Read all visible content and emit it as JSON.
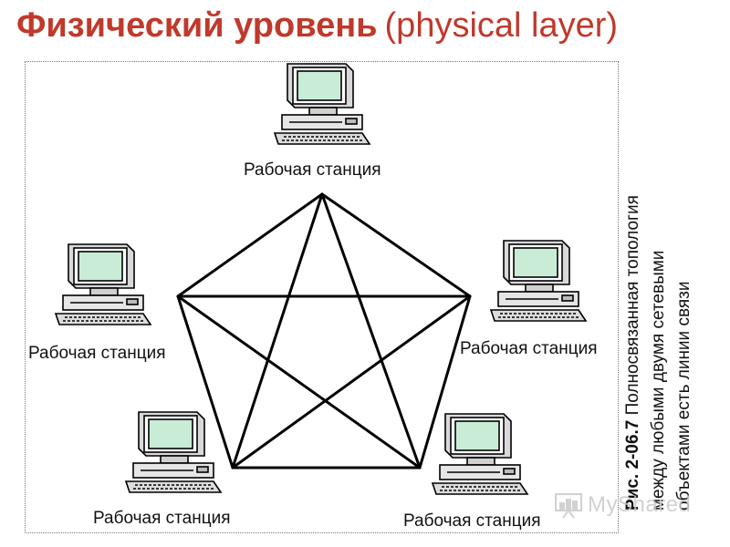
{
  "title": {
    "main": "Физический уровень",
    "sub": "(physical layer)"
  },
  "station_label": "Рабочая станция",
  "caption": {
    "number": "Рис. 2-06.7",
    "text_1": "Полносвязанная топология",
    "text_2": "между любыми двумя сетевыми",
    "text_3": "объектами есть линии связи"
  },
  "watermark": {
    "text": "MyShared",
    "icon": "presentation-chart-icon"
  },
  "colors": {
    "title": "#c0392b",
    "screen": "#c9ecd6",
    "line": "#000000"
  }
}
